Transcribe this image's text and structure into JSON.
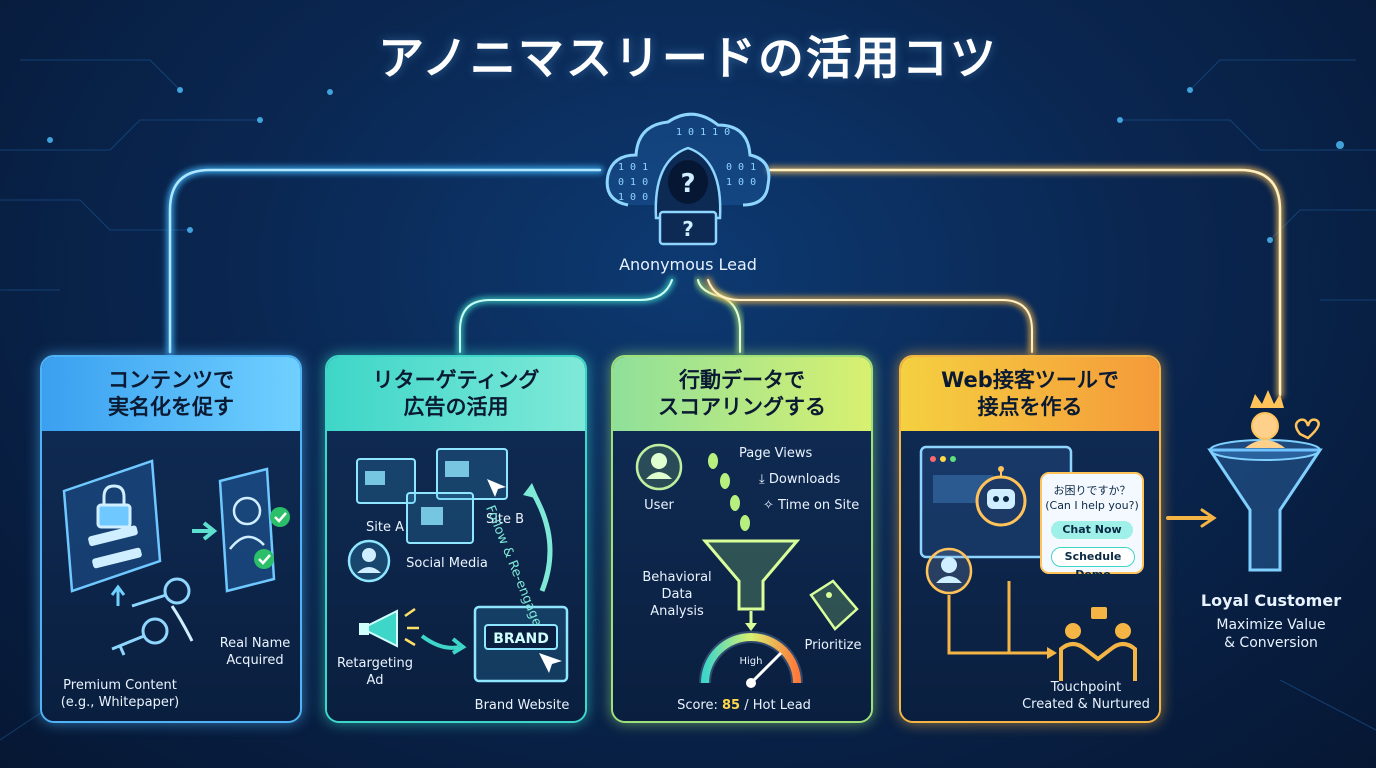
{
  "title": "アノニマスリードの活用コツ",
  "center": {
    "label": "Anonymous Lead",
    "binary_left": "1 0 1\n0 1 0\n1 0 0",
    "binary_top": "1 0 1 1 0"
  },
  "cards": [
    {
      "heading_line1": "コンテンツで",
      "heading_line2": "実名化を促す",
      "premium_line1": "Premium Content",
      "premium_line2": "(e.g., Whitepaper)",
      "realname_line1": "Real Name",
      "realname_line2": "Acquired"
    },
    {
      "heading_line1": "リターゲティング",
      "heading_line2": "広告の活用",
      "site_a": "Site A",
      "site_b": "Site B",
      "social": "Social Media",
      "follow": "Follow & Re-engage",
      "retarget_line1": "Retargeting",
      "retarget_line2": "Ad",
      "brand": "BRAND",
      "brand_site": "Brand Website"
    },
    {
      "heading_line1": "行動データで",
      "heading_line2": "スコアリングする",
      "user": "User",
      "page_views": "Page Views",
      "downloads": "Downloads",
      "time_on_site": "Time on Site",
      "analysis_line1": "Behavioral",
      "analysis_line2": "Data",
      "analysis_line3": "Analysis",
      "prioritize": "Prioritize",
      "gauge_label": "High",
      "score_prefix": "Score:",
      "score_value": "85",
      "score_suffix": "/ Hot Lead"
    },
    {
      "heading_line1": "Web接客ツールで",
      "heading_line2": "接点を作る",
      "bubble_line1": "お困りですか？",
      "bubble_line2": "(Can I help you?)",
      "chat_now": "Chat Now",
      "schedule_demo": "Schedule Demo",
      "touch_line1": "Touchpoint",
      "touch_line2": "Created & Nurtured"
    }
  ],
  "funnel": {
    "title": "Loyal Customer",
    "line1": "Maximize Value",
    "line2": "& Conversion"
  },
  "colors": {
    "card1": "#4fb3f5",
    "card2": "#3ed6c8",
    "card3": "#9ee07a",
    "card4": "#f5b544",
    "accent_score": "#ffd84a"
  },
  "icons": [
    "cloud-icon",
    "hooded-user-icon",
    "lock-icon",
    "key-icon",
    "profile-card-icon",
    "check-icon",
    "megaphone-icon",
    "cursor-icon",
    "footprints-icon",
    "funnel-icon",
    "gauge-icon",
    "tag-icon",
    "robot-icon",
    "handshake-icon",
    "crown-icon",
    "heart-icon"
  ]
}
